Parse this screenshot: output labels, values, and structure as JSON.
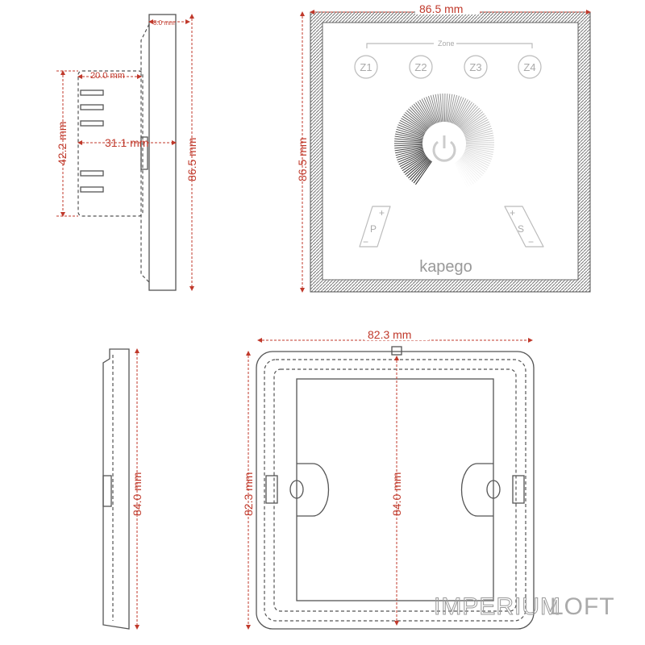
{
  "side_view": {
    "depth_front": "8.0 mm",
    "depth_box": "20.0 mm",
    "depth_total": "31.1 mm",
    "box_height": "42.2 mm",
    "plate_height": "86.5 mm"
  },
  "front_view": {
    "width": "86.5 mm",
    "height": "86.5 mm",
    "zone_label": "Zone",
    "zones": [
      "Z1",
      "Z2",
      "Z3",
      "Z4"
    ],
    "power_icon": "power-icon",
    "left_button": {
      "plus": "+",
      "letter": "P",
      "minus": "−"
    },
    "right_button": {
      "plus": "+",
      "letter": "S",
      "minus": "−"
    },
    "brand": "kapego"
  },
  "frame_side": {
    "height": "84.0 mm"
  },
  "frame_front": {
    "width": "82.3 mm",
    "height": "82.3 mm",
    "inner_height": "84.0 mm"
  },
  "watermark": {
    "part1": "IMPERIUM",
    "part2": "LOFT"
  },
  "colors": {
    "dimension": "#c0392b",
    "outline": "#555555"
  }
}
